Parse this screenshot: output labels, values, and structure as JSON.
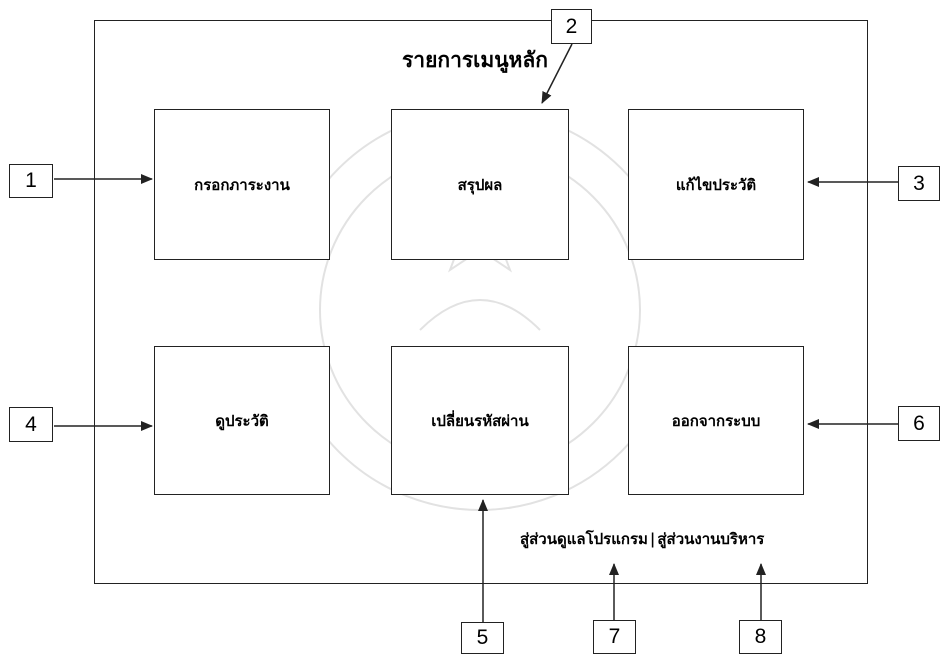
{
  "menu": {
    "title": "รายการเมนูหลัก",
    "buttons": [
      {
        "label": "กรอกภาระงาน"
      },
      {
        "label": "สรุปผล"
      },
      {
        "label": "แก้ไขประวัติ"
      },
      {
        "label": "ดูประวัติ"
      },
      {
        "label": "เปลี่ยนรหัสผ่าน"
      },
      {
        "label": "ออกจากระบบ"
      }
    ]
  },
  "footer": {
    "link_admin": "สู่ส่วนดูแลโปรแกรม",
    "separator": "|",
    "link_management": "สู่ส่วนงานบริหาร"
  },
  "callouts": [
    "1",
    "2",
    "3",
    "4",
    "5",
    "6",
    "7",
    "8"
  ],
  "colors": {
    "line": "#222222",
    "watermark": "#d9d9d9"
  }
}
